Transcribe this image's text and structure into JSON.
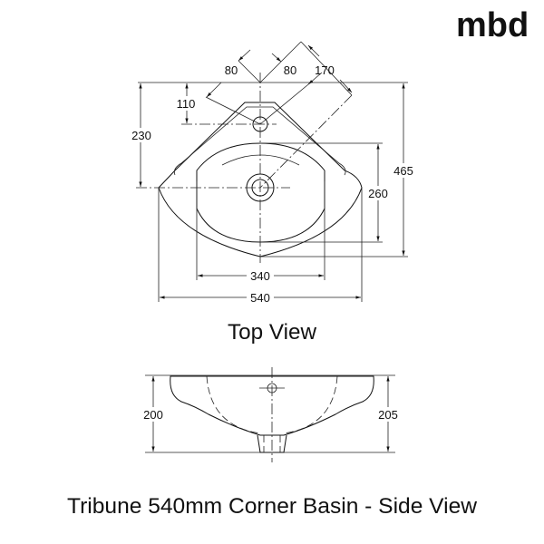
{
  "logo": "mbd",
  "top_view": {
    "label": "Top View",
    "dims": {
      "d80_left": "80",
      "d80_right": "80",
      "d170": "170",
      "d110": "110",
      "d230": "230",
      "d465": "465",
      "d260": "260",
      "d340": "340",
      "d540": "540"
    }
  },
  "side_view": {
    "dims": {
      "d200": "200",
      "d205": "205"
    }
  },
  "caption": "Tribune 540mm Corner Basin - Side View"
}
